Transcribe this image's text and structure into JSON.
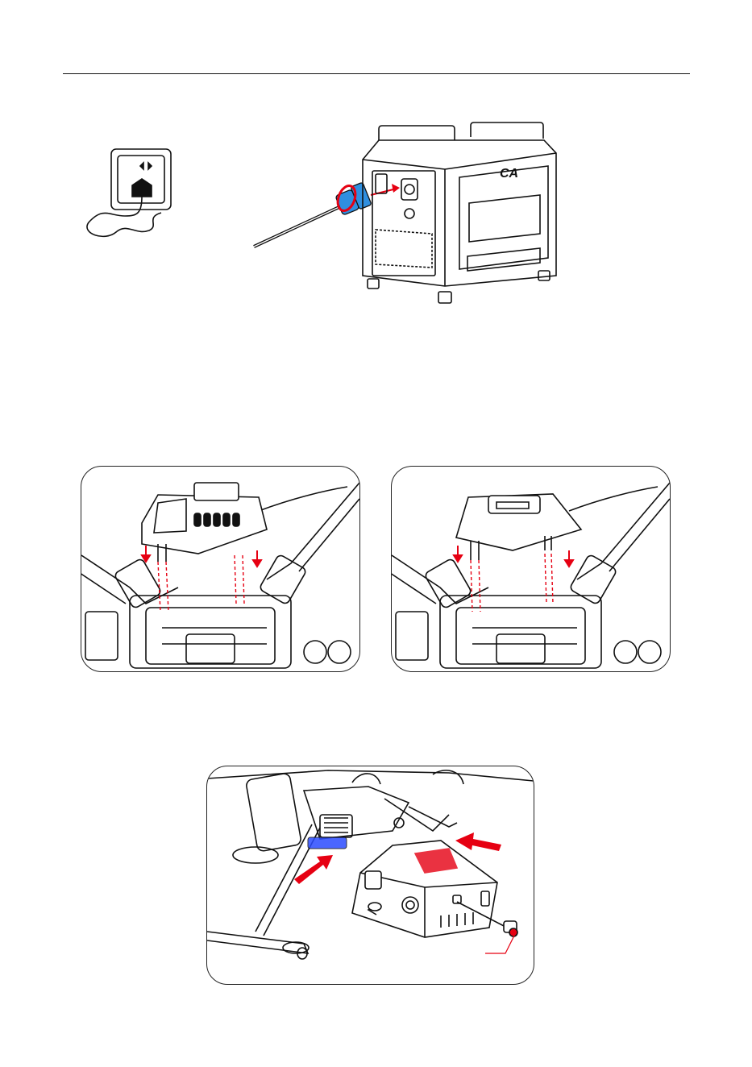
{
  "page": {
    "header_rule": true,
    "accent_color": "#e60012",
    "highlight_color": "#2b4cff",
    "connector_color": "#2f8fe0"
  },
  "figures": [
    {
      "name": "power-connection-illustration",
      "icons": [
        "wall-socket-icon",
        "generator-unit-icon",
        "power-cable-icon"
      ]
    },
    {
      "name": "mount-install-left",
      "icons": [
        "drone-frame-icon",
        "mount-bracket-icon",
        "down-arrow-icon"
      ]
    },
    {
      "name": "mount-install-right",
      "icons": [
        "drone-frame-icon",
        "mount-plate-icon",
        "down-arrow-icon"
      ]
    },
    {
      "name": "battery-box-install",
      "icons": [
        "drone-underside-icon",
        "battery-box-icon",
        "push-arrow-icon"
      ]
    }
  ]
}
